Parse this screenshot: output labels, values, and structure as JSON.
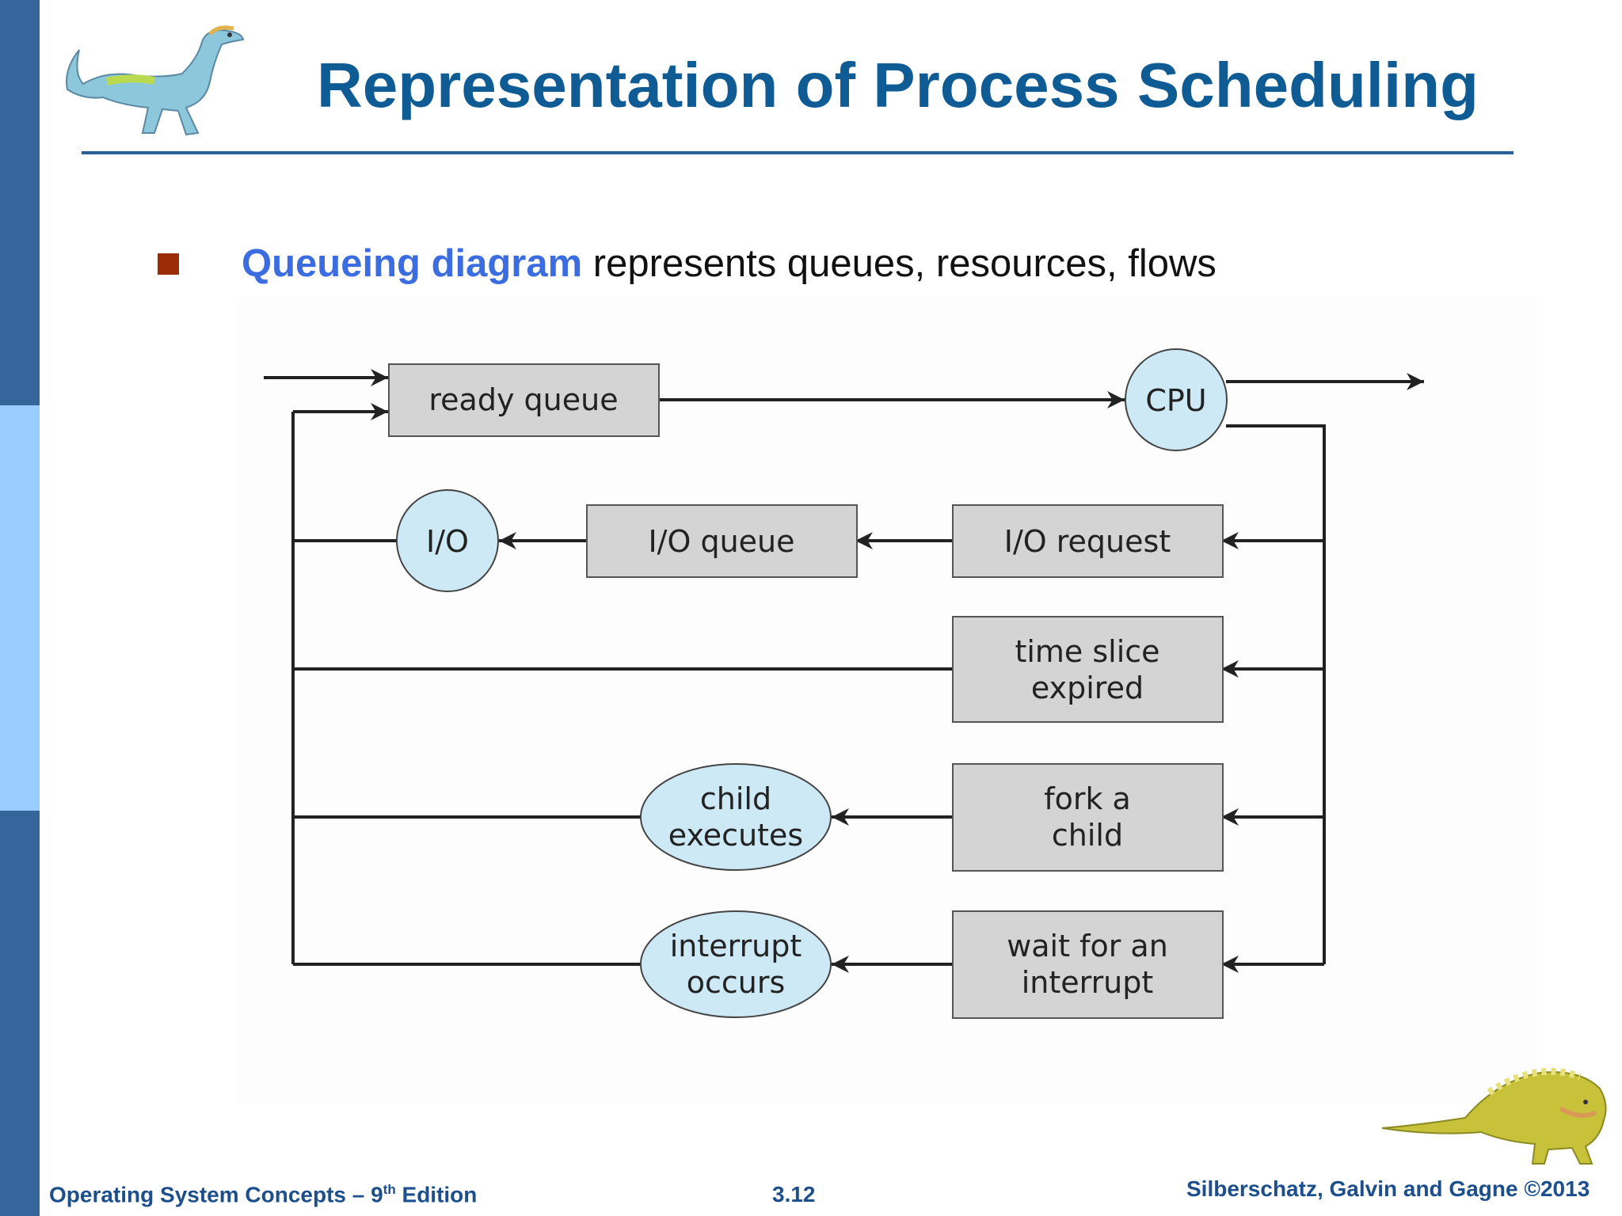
{
  "slide": {
    "title": "Representation of Process Scheduling",
    "bullet": {
      "term": "Queueing diagram",
      "text": " represents queues, resources, flows"
    }
  },
  "diagram": {
    "ready_queue": "ready queue",
    "cpu": "CPU",
    "io": "I/O",
    "io_queue": "I/O queue",
    "io_request": "I/O request",
    "time_slice_line1": "time slice",
    "time_slice_line2": "expired",
    "fork_line1": "fork a",
    "fork_line2": "child",
    "child_line1": "child",
    "child_line2": "executes",
    "wait_line1": "wait for an",
    "wait_line2": "interrupt",
    "interrupt_line1": "interrupt",
    "interrupt_line2": "occurs"
  },
  "footer": {
    "book": "Operating System Concepts – 9",
    "edition_sup": "th",
    "edition_word": " Edition",
    "page": "3.12",
    "authors": "Silberschatz, Galvin and Gagne ©2013"
  },
  "colors": {
    "title": "#0f5b94",
    "term": "#3b6de0",
    "bullet": "#9b2c06",
    "box_fill": "#d4d4d4",
    "circle_fill": "#cde9f6",
    "sidebar_dark": "#36659b",
    "sidebar_light": "#99ccff"
  }
}
